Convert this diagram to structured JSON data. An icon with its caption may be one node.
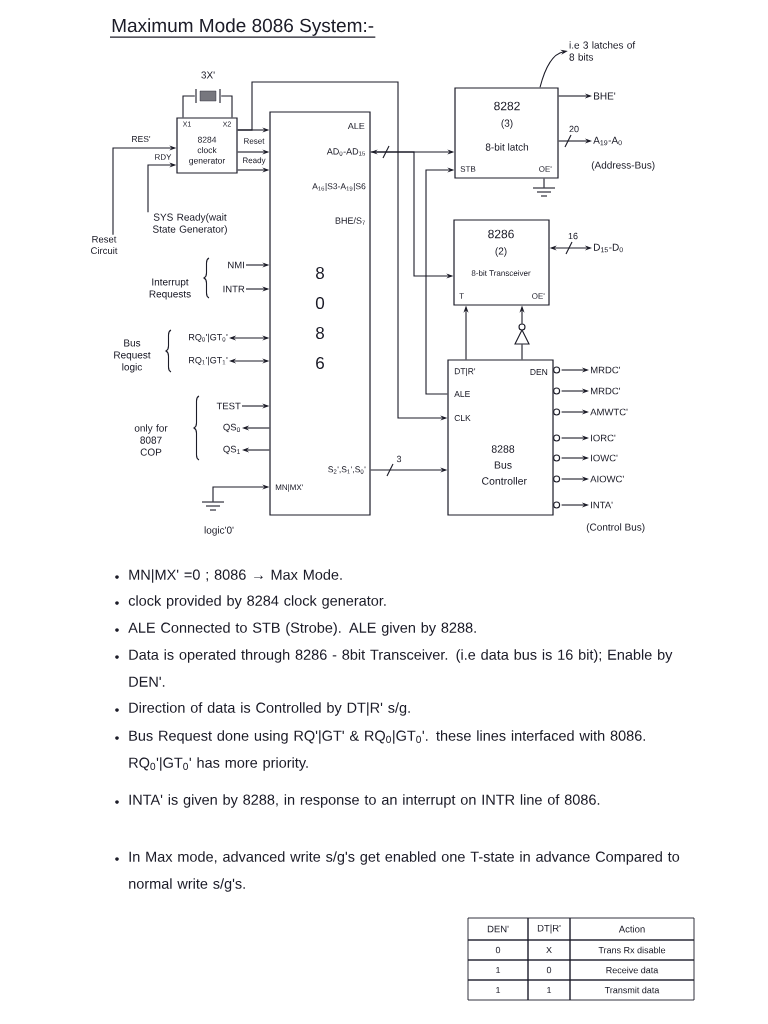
{
  "diagram": {
    "title": "Maximum Mode 8086 System:-",
    "nodes": [
      {
        "text": [
          "i.e 3 latches of 8 bits"
        ]
      },
      {
        "text": [],
        "shape": "crystal",
        "beside": [
          "3X'"
        ]
      },
      {
        "text": [
          "X1",
          "X2",
          "8284 clock generator"
        ]
      },
      {
        "text": [
          "ALE",
          "AD$_{0}$-AD$_{15}$",
          "A$_{16}$|S3-A$_{19}$|S6",
          "BHE/S$_{7}$",
          "8 0 8 6",
          "S$_{2}$',S$_{1}$',S$_{0}$'",
          "MN|MX'"
        ]
      },
      {
        "text": [
          "8282",
          "(3)",
          "8-bit latch",
          "STB",
          "OE'"
        ]
      },
      {
        "text": [
          "BHE'"
        ]
      },
      {
        "text": [
          "A$_{19}$-A$_{0}$"
        ],
        "beside": [
          "(Address-Bus)"
        ]
      },
      {
        "text": [],
        "shape": "ground"
      },
      {
        "text": [
          "Reset Circuit"
        ]
      },
      {
        "text": [
          "SYS Ready(wait State Generator)"
        ]
      },
      {
        "text": [
          "8286",
          "(2)",
          "8-bit Transceiver",
          "T",
          "OE'"
        ]
      },
      {
        "text": [
          "D$_{15}$-D$_{0}$"
        ]
      },
      {
        "text": [
          "NMI"
        ]
      },
      {
        "text": [
          "INTR"
        ]
      },
      {
        "text": [],
        "shape": "triangle"
      },
      {
        "text": [
          "RQ$_{0}$'|GT$_{0}$'"
        ]
      },
      {
        "text": [
          "RQ$_{1}$'|GT$_{1}$'"
        ]
      },
      {
        "text": [
          "DT|R'",
          "DEN",
          "ALE",
          "CLK",
          "8288 Bus Controller"
        ]
      },
      {
        "text": [
          "MRDC'"
        ]
      },
      {
        "text": [
          "MRDC'"
        ]
      },
      {
        "text": [
          "AMWTC'"
        ]
      },
      {
        "text": [
          "TEST"
        ]
      },
      {
        "text": [
          "QS$_{0}$"
        ]
      },
      {
        "text": [
          "IORC'"
        ]
      },
      {
        "text": [
          "IOWC'"
        ]
      },
      {
        "text": [
          "QS$_{1}$"
        ]
      },
      {
        "text": [
          "AIOWC'"
        ]
      },
      {
        "text": [],
        "shape": "ground",
        "beside": [
          "logic'0'"
        ]
      },
      {
        "text": [
          "INTA'"
        ]
      }
    ],
    "edges": [
      {
        "from": 4,
        "to": 0,
        "arrow": "to"
      },
      {
        "from": 1,
        "to": 2,
        "arrow": "none"
      },
      {
        "from": 1,
        "to": 2,
        "arrow": "none"
      },
      {
        "from": 8,
        "to": 2,
        "arrow": "to",
        "label": "RES'"
      },
      {
        "from": 9,
        "to": 2,
        "arrow": "to",
        "label": "RDY"
      },
      {
        "from": 2,
        "to": 3,
        "arrow": "to"
      },
      {
        "from": 2,
        "to": 3,
        "arrow": "to",
        "label": "Reset"
      },
      {
        "from": 2,
        "to": 3,
        "arrow": "to",
        "label": "Ready"
      },
      {
        "from": 2,
        "to": 17,
        "arrow": "to"
      },
      {
        "from": 3,
        "to": 4,
        "arrow": "both"
      },
      {
        "from": 3,
        "to": 10,
        "arrow": "to"
      },
      {
        "from": 4,
        "to": 5,
        "arrow": "to"
      },
      {
        "from": 4,
        "to": 6,
        "arrow": "to",
        "label": "20"
      },
      {
        "from": 4,
        "to": 7,
        "arrow": "none"
      },
      {
        "from": 17,
        "to": 4,
        "arrow": "to"
      },
      {
        "from": 10,
        "to": 11,
        "arrow": "both",
        "label": "16"
      },
      {
        "from": 12,
        "to": 3,
        "arrow": "to"
      },
      {
        "from": 13,
        "to": 3,
        "arrow": "to"
      },
      {
        "from": 17,
        "to": 10,
        "arrow": "to"
      },
      {
        "from": 17,
        "to": 14,
        "arrow": "none"
      },
      {
        "from": 14,
        "to": 10,
        "arrow": "to"
      },
      {
        "from": 15,
        "to": 3,
        "arrow": "both"
      },
      {
        "from": 16,
        "to": 3,
        "arrow": "both"
      },
      {
        "from": 21,
        "to": 3,
        "arrow": "to"
      },
      {
        "from": 3,
        "to": 22,
        "arrow": "to"
      },
      {
        "from": 3,
        "to": 25,
        "arrow": "to"
      },
      {
        "from": 3,
        "to": 17,
        "arrow": "to",
        "label": "3"
      },
      {
        "from": 27,
        "to": 3,
        "arrow": "to"
      },
      {
        "from": 17,
        "to": 18,
        "arrow": "to"
      },
      {
        "from": 17,
        "to": 19,
        "arrow": "to"
      },
      {
        "from": 17,
        "to": 20,
        "arrow": "to"
      },
      {
        "from": 17,
        "to": 23,
        "arrow": "to"
      },
      {
        "from": 17,
        "to": 24,
        "arrow": "to"
      },
      {
        "from": 17,
        "to": 26,
        "arrow": "to"
      },
      {
        "from": 17,
        "to": 28,
        "arrow": "to"
      }
    ],
    "labels": [
      "Interrupt Requests",
      "Bus Request logic",
      "only for 8087 COP",
      "(Control Bus)",
      "MN|MX' =0 ; 8086 → Max Mode.",
      "clock provided by 8284 clock generator.",
      "ALE Connected to STB (Strobe). ALE given by 8288.",
      "Data is operated through 8286 - 8bit Transceiver. (i.e data bus is 16 bit); Enable by DEN'.",
      "Direction of data is Controlled by DT|R' s/g.",
      "Bus Request done using RQ'|GT' & RQ$_{0}$|GT$_{0}$'. these lines interfaced with 8086. RQ$_{0}$'|GT$_{0}$' has more priority.",
      "INTA' is given by 8288, in response to an interrupt on INTR line of 8086.",
      "In Max mode, advanced write s/g's get enabled one T-state in advance Compared to normal write s/g's.",
      "DEN'",
      "DT|R'",
      "Action",
      "0",
      "X",
      "Trans Rx disable",
      "1",
      "0",
      "Receive data",
      "1",
      "1",
      "Transmit data"
    ]
  }
}
